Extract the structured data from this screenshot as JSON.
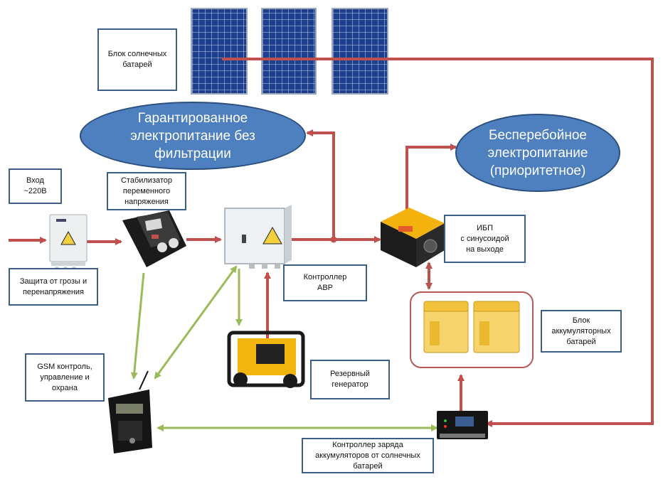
{
  "labels": {
    "solar_panels": "Блок солнечных\nбатарей",
    "input": "Вход\n~220В",
    "protection": "Защита от грозы и\nперенапряжения",
    "stabilizer": "Стабилизатор\nпеременного\nнапряжения",
    "avr": "Контроллер\nАВР",
    "ups": "ИБП\nс синусоидой\nна выходе",
    "batteries": "Блок\nаккумуляторных\nбатарей",
    "generator": "Резервный\nгенератор",
    "gsm": "GSM контроль,\nуправление и\nохрана",
    "charge_controller": "Контроллер заряда\nаккумуляторов от солнечных\nбатарей"
  },
  "ellipses": {
    "guaranteed": "Гарантированное\nэлектропитание  без\nфильтрации",
    "uninterruptible": "Бесперебойное\nэлектропитание\n(приоритетное)"
  },
  "colors": {
    "power_line": "#c0504d",
    "control_line": "#9bbb59",
    "ellipse_fill": "#4e7fbf",
    "label_border": "#3b5f86",
    "panel_fill": "#1d3f8e"
  },
  "icons": [
    "solar-panel-icon",
    "protection-box-icon",
    "stabilizer-icon",
    "avr-cabinet-icon",
    "ups-icon",
    "battery-icon",
    "generator-icon",
    "gsm-terminal-icon",
    "charge-controller-icon"
  ]
}
